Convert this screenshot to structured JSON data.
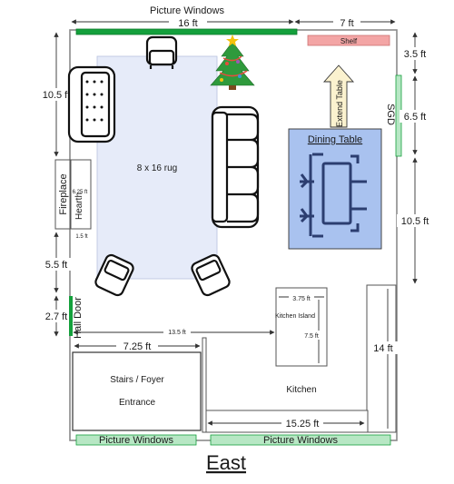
{
  "colors": {
    "window": "#14a03c",
    "window_light": "#b7e7c4",
    "shelf": "#f3a5a5",
    "rug": "#e6ebf9",
    "dining": "#a9c2ef",
    "table_icon": "#2c3e70",
    "arrow": "#fbf2cf"
  },
  "top": {
    "picture_windows": "Picture Windows",
    "width_main": "16 ft",
    "width_right": "7 ft",
    "shelf": "Shelf"
  },
  "right": {
    "dim_top": "3.5 ft",
    "sgd": "SGD",
    "dim_sgd": "6.5 ft",
    "dim_lower": "10.5 ft",
    "dim_kitchen": "14 ft"
  },
  "left": {
    "dim_top": "10.5 ft",
    "fireplace": "Fireplace",
    "hearth": "Hearth",
    "hearth_depth": "6.25 ft",
    "hearth_width": "1.5 ft",
    "dim_mid": "5.5 ft",
    "dim_door": "2.7 ft",
    "hall_door": "Hall Door"
  },
  "living": {
    "rug": "8 x 16 rug",
    "extend_table": "Extend Table",
    "dining_table": "Dining Table"
  },
  "center": {
    "dim_13_5": "13.5 ft"
  },
  "kitchen": {
    "island": "Kitchen Island",
    "island_width": "3.75 ft",
    "island_depth": "7.5 ft",
    "label": "Kitchen",
    "dim_bottom": "15.25 ft"
  },
  "foyer": {
    "dim_width": "7.25 ft",
    "label_1": "Stairs / Foyer",
    "label_2": "Entrance"
  },
  "bottom": {
    "window_left": "Picture Windows",
    "window_right": "Picture Windows"
  },
  "compass": "East",
  "decor": {
    "tree_icon": "christmas-tree-icon",
    "chair_icon": "armchair-icon",
    "sofa_icon": "sofa-icon",
    "dining_icon": "dining-set-icon"
  }
}
